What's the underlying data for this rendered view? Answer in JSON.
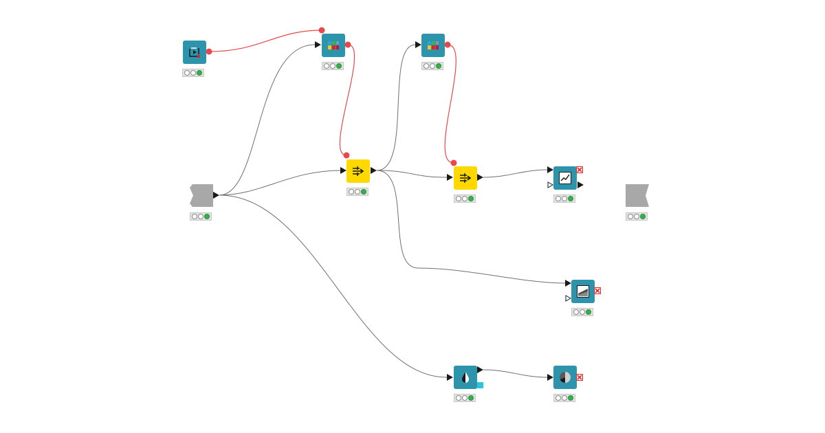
{
  "canvas": {
    "background": "#ffffff",
    "colors": {
      "node_teal": "#2d94ab",
      "node_yellow": "#ffd800",
      "node_gray": "#a8a8a8",
      "flow_variable_link": "#e8474b",
      "data_link": "#6f6f6f",
      "status_green": "#33b24a",
      "warning_red": "#e02424"
    }
  },
  "nodes": [
    {
      "id": "variable-loop-start",
      "icon": "loop-start-icon",
      "color": "teal",
      "status": [
        "off",
        "off",
        "on"
      ]
    },
    {
      "id": "table-creator-1",
      "icon": "table-creator-icon",
      "color": "teal",
      "status": [
        "off",
        "off",
        "on"
      ]
    },
    {
      "id": "table-creator-2",
      "icon": "table-creator-icon",
      "color": "teal",
      "status": [
        "off",
        "off",
        "on"
      ]
    },
    {
      "id": "component-input",
      "icon": "component-input-icon",
      "color": "gray",
      "status": [
        "off",
        "off",
        "on"
      ]
    },
    {
      "id": "column-filter-1",
      "icon": "column-filter-icon",
      "color": "yellow",
      "status": [
        "off",
        "off",
        "on"
      ]
    },
    {
      "id": "column-filter-2",
      "icon": "column-filter-icon",
      "color": "yellow",
      "status": [
        "off",
        "off",
        "on"
      ]
    },
    {
      "id": "line-plot",
      "icon": "line-chart-icon",
      "color": "teal",
      "status": [
        "off",
        "off",
        "on"
      ],
      "warning": true
    },
    {
      "id": "component-output",
      "icon": "component-output-icon",
      "color": "gray",
      "status": [
        "off",
        "off",
        "on"
      ]
    },
    {
      "id": "area-chart",
      "icon": "area-chart-icon",
      "color": "teal",
      "status": [
        "off",
        "off",
        "on"
      ],
      "warning": true
    },
    {
      "id": "color-manager",
      "icon": "color-drop-icon",
      "color": "teal",
      "status": [
        "off",
        "off",
        "on"
      ]
    },
    {
      "id": "pie-chart",
      "icon": "pie-chart-icon",
      "color": "teal",
      "status": [
        "off",
        "off",
        "on"
      ],
      "warning": true
    }
  ],
  "links": [
    {
      "from": "variable-loop-start",
      "to": "table-creator-1",
      "kind": "flow-variable"
    },
    {
      "from": "table-creator-1",
      "to": "column-filter-1",
      "kind": "flow-variable"
    },
    {
      "from": "table-creator-2",
      "to": "column-filter-2",
      "kind": "flow-variable"
    },
    {
      "from": "component-input",
      "to": "table-creator-1",
      "kind": "data"
    },
    {
      "from": "component-input",
      "to": "column-filter-1",
      "kind": "data"
    },
    {
      "from": "component-input",
      "to": "color-manager",
      "kind": "data"
    },
    {
      "from": "column-filter-1",
      "to": "table-creator-2",
      "kind": "data"
    },
    {
      "from": "column-filter-1",
      "to": "column-filter-2",
      "kind": "data"
    },
    {
      "from": "column-filter-1",
      "to": "area-chart",
      "kind": "data"
    },
    {
      "from": "column-filter-2",
      "to": "line-plot",
      "kind": "data"
    },
    {
      "from": "color-manager",
      "to": "pie-chart",
      "kind": "data"
    }
  ]
}
